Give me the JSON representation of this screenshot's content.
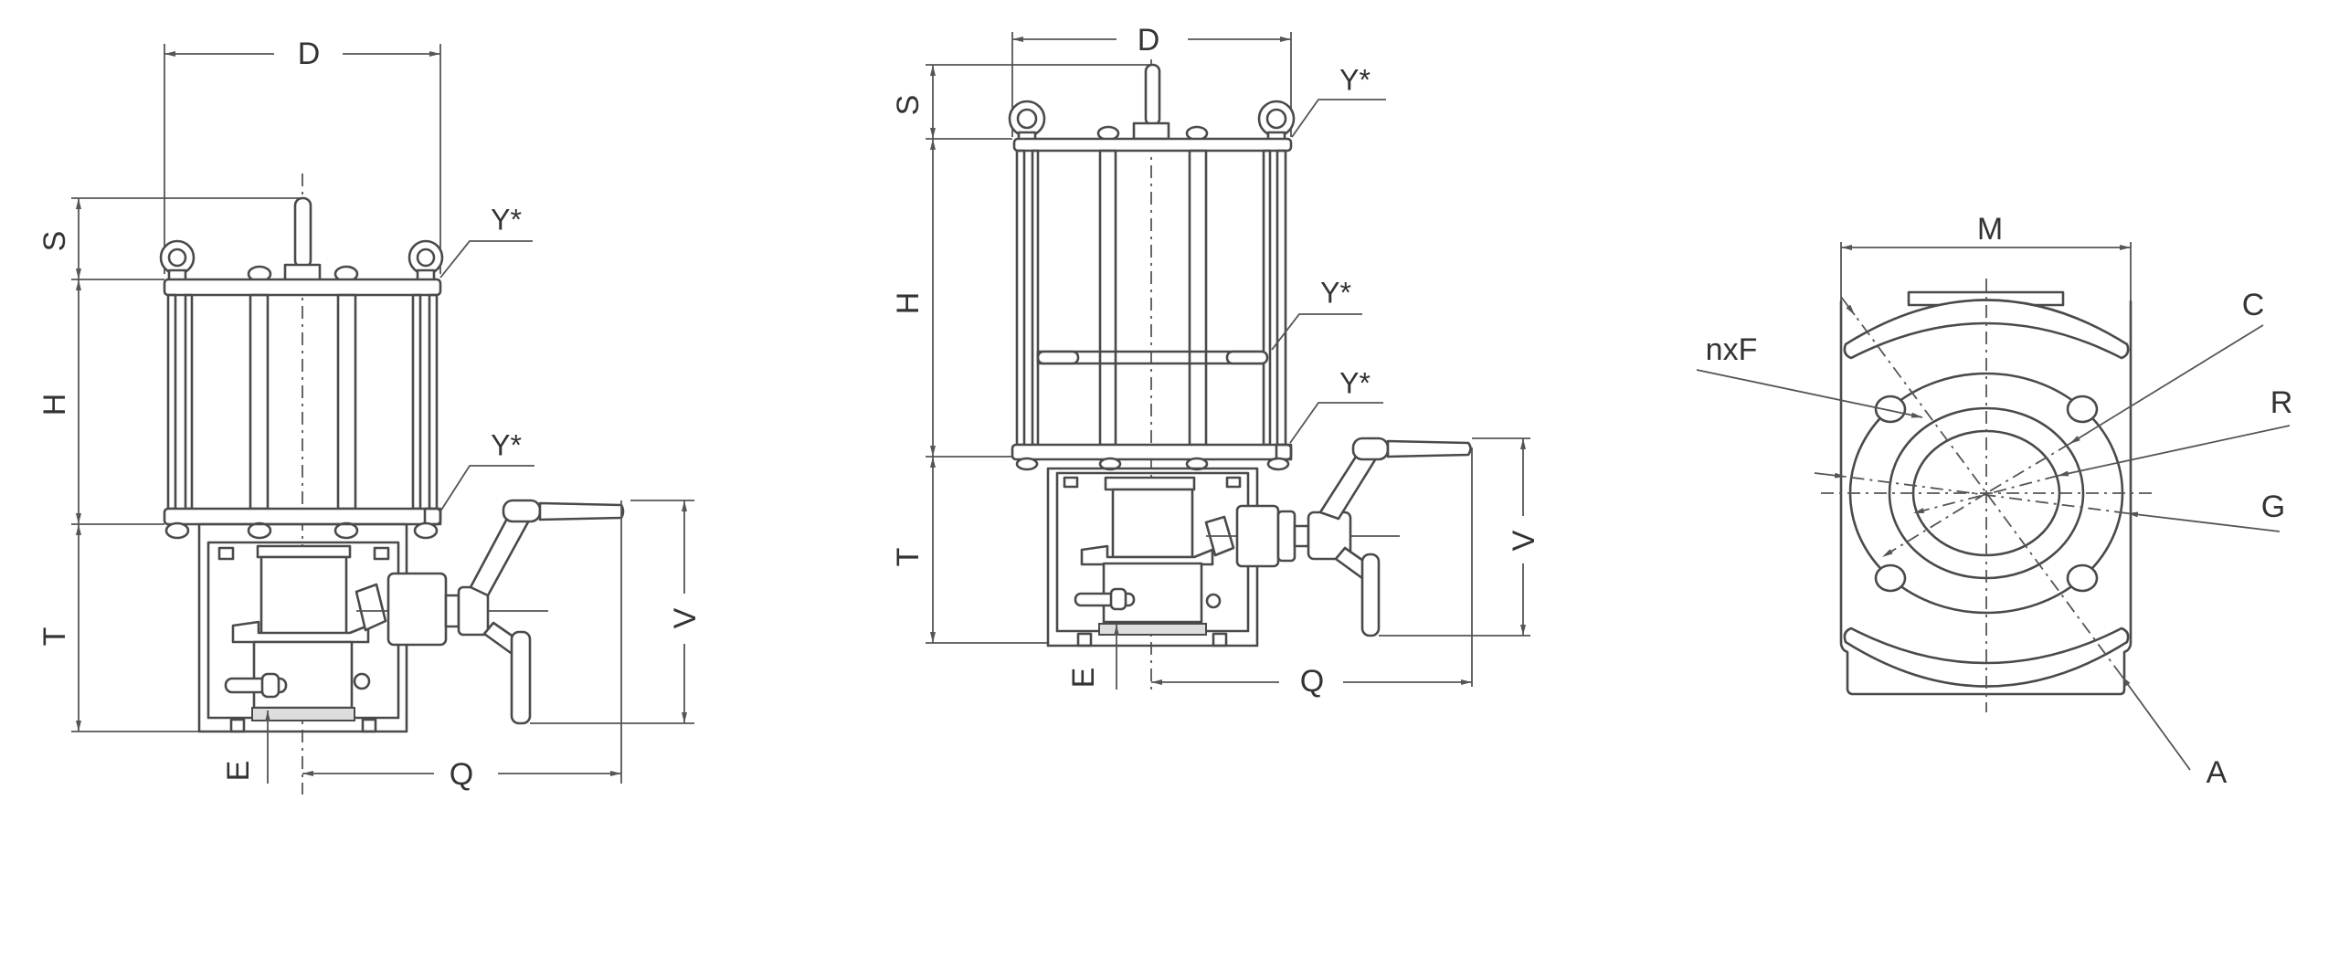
{
  "title": "Actuator dimension drawing",
  "views": {
    "left": {
      "D": "D",
      "S": "S",
      "H": "H",
      "T": "T",
      "E": "E",
      "Q": "Q",
      "V": "V",
      "Y_top": "Y*",
      "Y_bottom": "Y*"
    },
    "middle": {
      "D": "D",
      "S": "S",
      "H": "H",
      "T": "T",
      "E": "E",
      "Q": "Q",
      "V": "V",
      "Y_top": "Y*",
      "Y_mid": "Y*",
      "Y_bottom": "Y*"
    },
    "flange": {
      "M": "M",
      "nxF": "nxF",
      "C": "C",
      "R": "R",
      "G": "G",
      "A": "A"
    }
  },
  "colors": {
    "line": "#4a4a4a",
    "background": "#ffffff"
  }
}
